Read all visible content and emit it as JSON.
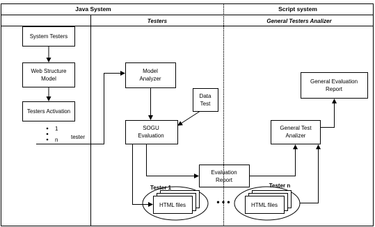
{
  "headers": {
    "java_system": "Java System",
    "script_system": "Script system",
    "testers": "Testers",
    "general_testers_analizer": "General Testers Analizer"
  },
  "boxes": {
    "system_testers": "System Testers",
    "web_structure_model_1": "Web Structure",
    "web_structure_model_2": "Model",
    "testers_activation": "Testers Activation",
    "model_analyzer_1": "Model",
    "model_analyzer_2": "Analyzer",
    "data_test_1": "Data",
    "data_test_2": "Test",
    "sogu_evaluation_1": "SOGU",
    "sogu_evaluation_2": "Evaluation",
    "evaluation_report_1": "Evaluation",
    "evaluation_report_2": "Report",
    "general_test_analizer_1": "General Test",
    "general_test_analizer_2": "Analizer",
    "general_evaluation_report_1": "General  Evaluation",
    "general_evaluation_report_2": "Report",
    "html_files_1": "HTML files",
    "html_files_n": "HTML files"
  },
  "labels": {
    "list_item_1": "1",
    "list_item_n": "n",
    "tester": "tester",
    "tester_1": "Tester 1",
    "tester_n": "Tester n",
    "ellipsis": "• • •"
  }
}
